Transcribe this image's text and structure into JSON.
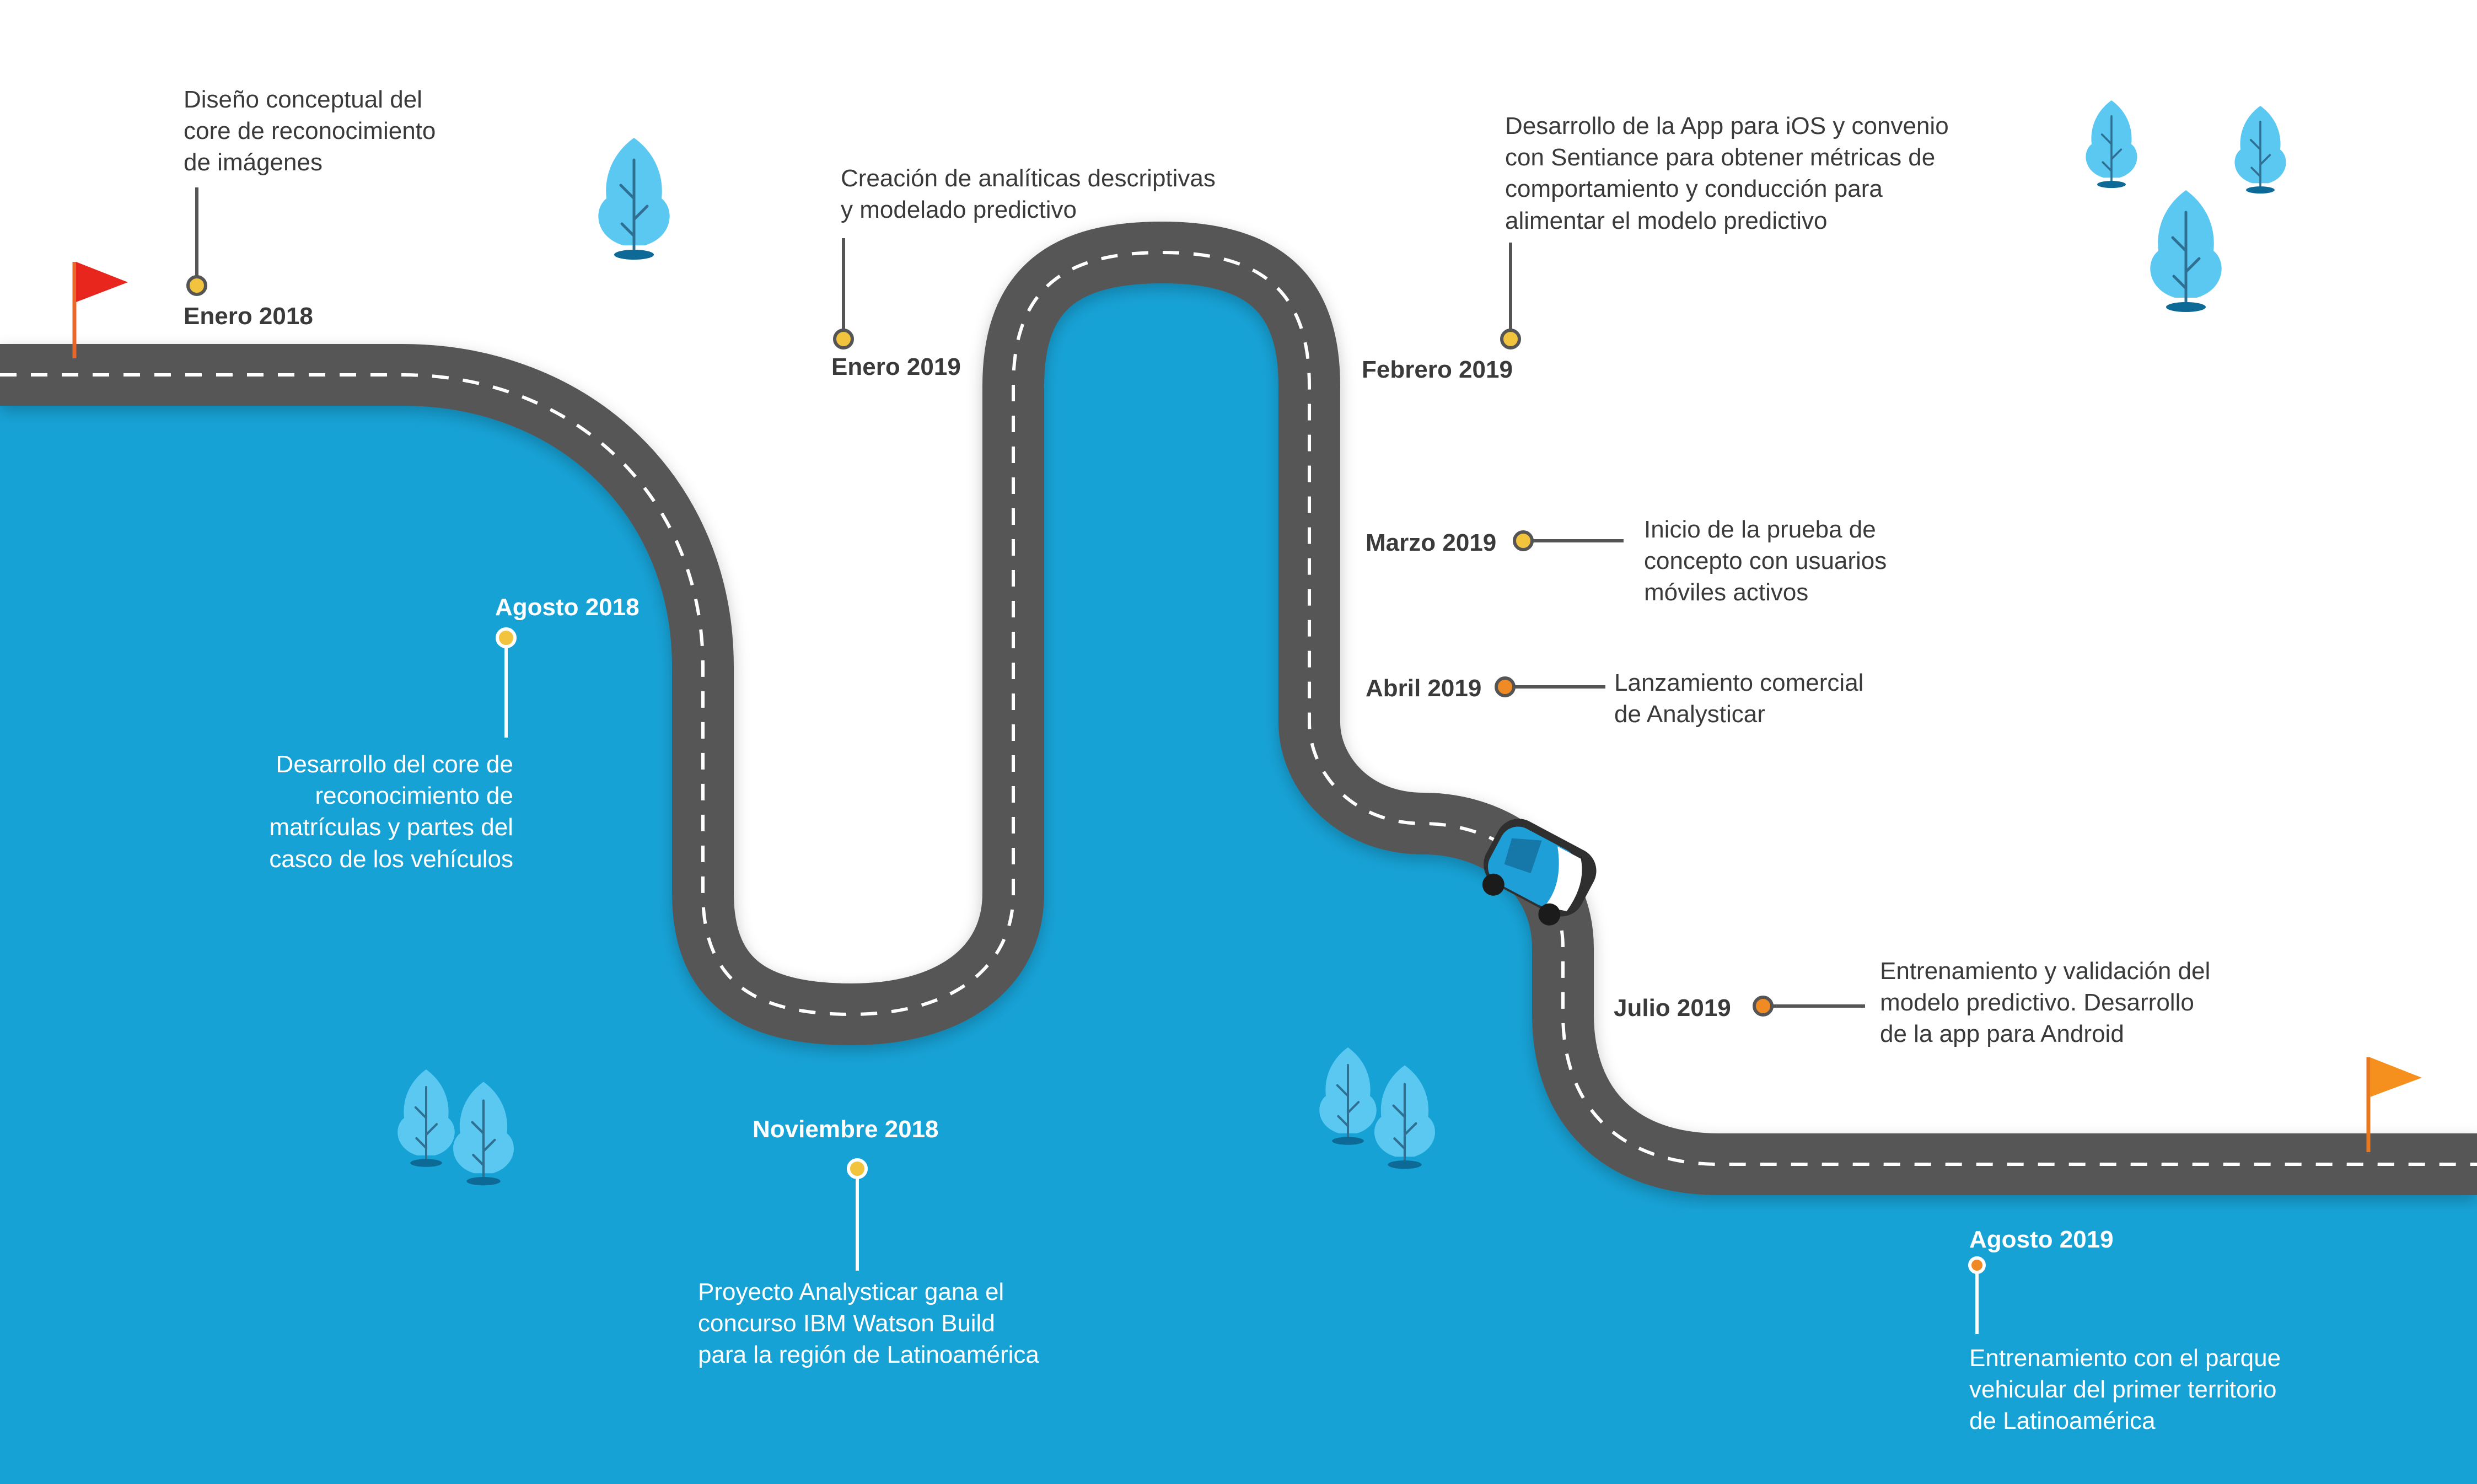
{
  "colors": {
    "ground": "#17A2D6",
    "road": "#575757",
    "lane_marking": "#ffffff",
    "dot_yellow": "#F2C33C",
    "dot_orange": "#F08A24",
    "flag_start": "#E8261E",
    "flag_end": "#F5901E",
    "tree": "#5BC8F2",
    "car_body": "#1E9FD8",
    "stem": "#555555"
  },
  "icons": {
    "start_flag": "red-flag-icon",
    "end_flag": "orange-flag-icon",
    "tree": "tree-icon",
    "car": "car-icon"
  },
  "milestones": [
    {
      "date": "Enero 2018",
      "text": "Diseño conceptual del\ncore de reconocimiento\nde imágenes",
      "marker": "yellow"
    },
    {
      "date": "Agosto 2018",
      "text": "Desarrollo del core de\nreconocimiento de\nmatrículas y partes del\ncasco de los vehículos",
      "marker": "yellow"
    },
    {
      "date": "Noviembre 2018",
      "text": "Proyecto Analysticar gana el\nconcurso IBM Watson Build\npara la región de Latinoamérica",
      "marker": "yellow"
    },
    {
      "date": "Enero 2019",
      "text": "Creación de analíticas descriptivas\ny modelado predictivo",
      "marker": "yellow"
    },
    {
      "date": "Febrero 2019",
      "text": "Desarrollo de la App para iOS y convenio\ncon Sentiance para obtener métricas de\ncomportamiento y conducción para\nalimentar el modelo predictivo",
      "marker": "yellow"
    },
    {
      "date": "Marzo 2019",
      "text": "Inicio de la prueba de\nconcepto con usuarios\nmóviles activos",
      "marker": "yellow"
    },
    {
      "date": "Abril 2019",
      "text": "Lanzamiento comercial\nde Analysticar",
      "marker": "orange"
    },
    {
      "date": "Julio 2019",
      "text": "Entrenamiento y validación del\nmodelo predictivo. Desarrollo\nde la app para Android",
      "marker": "orange"
    },
    {
      "date": "Agosto 2019",
      "text": "Entrenamiento con el parque\nvehicular del primer territorio\nde Latinoamérica",
      "marker": "orange"
    }
  ]
}
